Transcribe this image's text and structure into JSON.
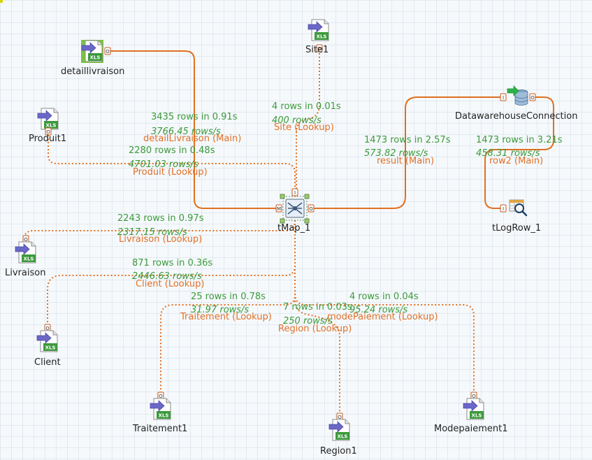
{
  "nodes": {
    "detaillivraison": "detaillivraison",
    "site1": "Site1",
    "produit1": "Produit1",
    "livraison": "Livraison",
    "client": "Client",
    "traitement1": "Traitement1",
    "region1": "Region1",
    "modepaiement1": "Modepaiement1",
    "tmap": "tMap_1",
    "dwh": "DatawarehouseConnection",
    "tlogrow": "tLogRow_1"
  },
  "connections": [
    {
      "id": "detail",
      "stat": "3435 rows in 0.91s",
      "rate": "3766.45 rows/s",
      "name": "detailLivraison (Main)"
    },
    {
      "id": "site",
      "stat": "4 rows in 0.01s",
      "rate": "400 rows/s",
      "name": "Site (Lookup)"
    },
    {
      "id": "produit",
      "stat": "2280 rows in 0.48s",
      "rate": "4701.03 rows/s",
      "name": "Produit (Lookup)"
    },
    {
      "id": "livraison",
      "stat": "2243 rows in 0.97s",
      "rate": "2317.15 rows/s",
      "name": "Livraison (Lookup)"
    },
    {
      "id": "client",
      "stat": "871 rows in 0.36s",
      "rate": "2446.63 rows/s",
      "name": "Client (Lookup)"
    },
    {
      "id": "traitement",
      "stat": "25 rows in 0.78s",
      "rate": "31.97 rows/s",
      "name": "Traitement (Lookup)"
    },
    {
      "id": "region",
      "stat": "7 rows in 0.03s",
      "rate": "250 rows/s",
      "name": "Region (Lookup)"
    },
    {
      "id": "modepaiement",
      "stat": "4 rows in 0.04s",
      "rate": "95.24 rows/s",
      "name": "modePaiement (Lookup)"
    },
    {
      "id": "result",
      "stat": "1473 rows in 2.57s",
      "rate": "573.82 rows/s",
      "name": "result (Main)"
    },
    {
      "id": "row2",
      "stat": "1473 rows in 3.21s",
      "rate": "458.31 rows/s",
      "name": "row2 (Main)"
    }
  ],
  "icons": {
    "xls": "xls-file-icon",
    "tmap": "tmap-icon",
    "db": "database-icon",
    "log": "log-row-icon"
  },
  "colors": {
    "wire": "#e07020",
    "stat": "#3a9a3a",
    "connection_name": "#e07028",
    "xls_badge": "#3c9a3c",
    "arrow": "#6a67c7",
    "selected_bg": "#7cc242"
  }
}
